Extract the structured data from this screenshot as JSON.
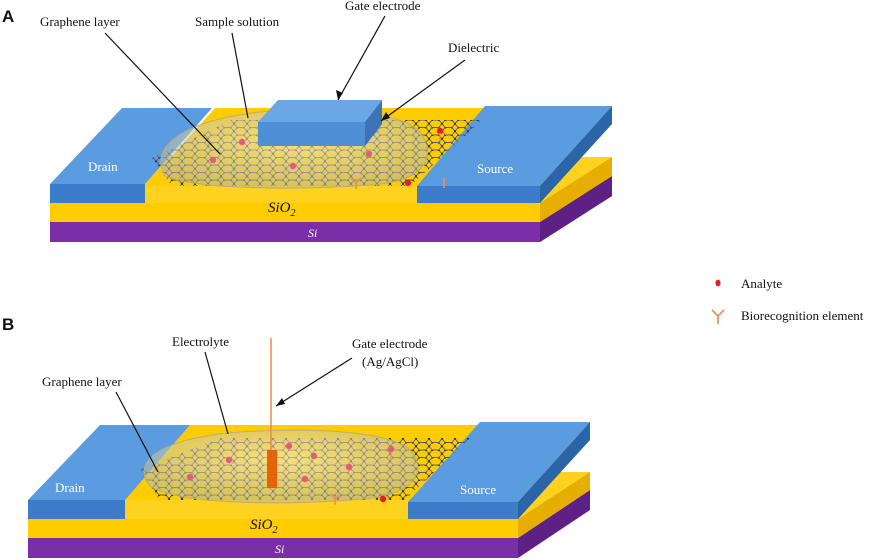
{
  "panel_a": {
    "letter": "A",
    "labels": {
      "graphene_layer": "Graphene layer",
      "sample_solution": "Sample solution",
      "gate_electrode": "Gate electrode",
      "dielectric": "Dielectric",
      "drain": "Drain",
      "source": "Source",
      "sio2_base": "SiO",
      "sio2_sub": "2",
      "si": "Si"
    }
  },
  "panel_b": {
    "letter": "B",
    "labels": {
      "graphene_layer": "Graphene layer",
      "electrolyte": "Electrolyte",
      "gate_electrode_line1": "Gate electrode",
      "gate_electrode_line2": "(Ag/AgCl)",
      "drain": "Drain",
      "source": "Source",
      "sio2_base": "SiO",
      "sio2_sub": "2",
      "si": "Si"
    }
  },
  "legend": {
    "analyte": "Analyte",
    "biorecognition": "Biorecognition element"
  },
  "colors": {
    "substrate_si": "#7a2ea8",
    "sio2": "#ffcc00",
    "electrode": "#4f8fd6",
    "analyte": "#e0202a",
    "biorecognition": "#e8925a",
    "gate_wire": "#f08a40",
    "gate_rod": "#e8620a"
  }
}
